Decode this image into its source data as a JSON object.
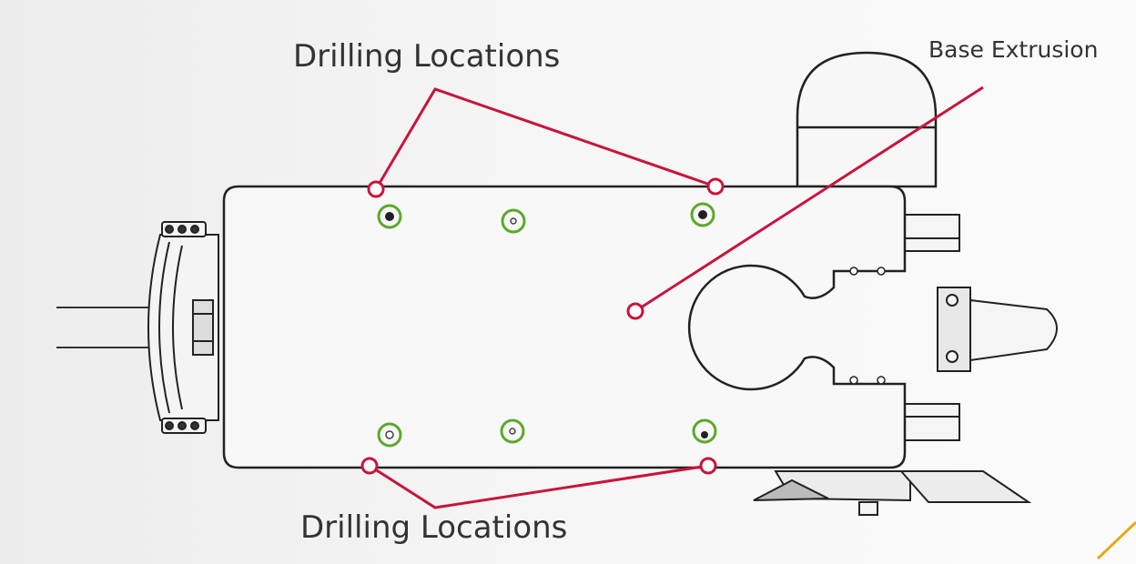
{
  "labels": {
    "drilling_top": "Drilling Locations",
    "drilling_bottom": "Drilling Locations",
    "base_extrusion": "Base Extrusion"
  },
  "colors": {
    "callout": "#c8143c",
    "hole_ring": "#5aaa2a",
    "outline": "#222222",
    "plate_fill": "#f8f8f8",
    "accent_corner": "#e8a81a"
  }
}
